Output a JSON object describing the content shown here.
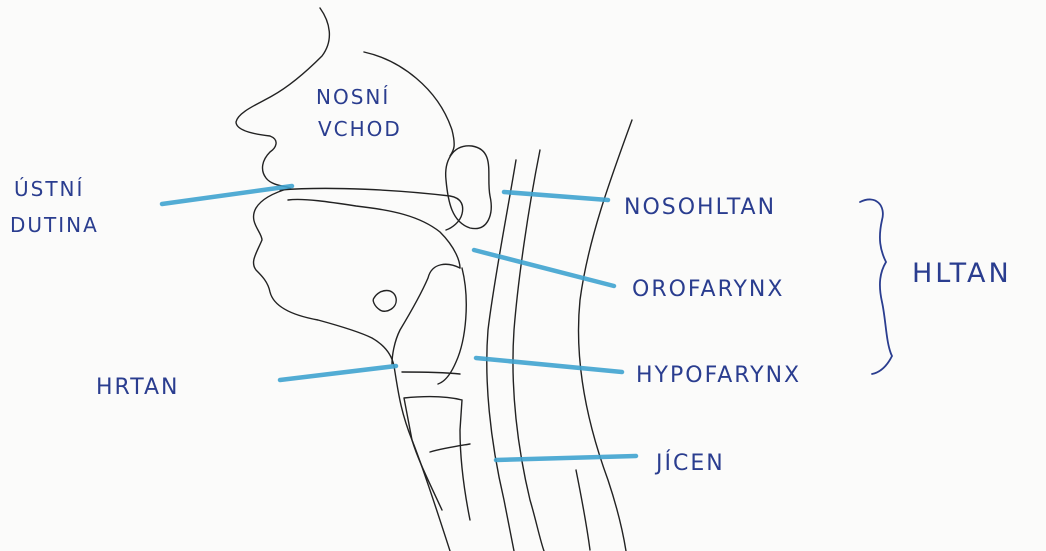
{
  "colors": {
    "label_ink": "#2a3d8f",
    "leader_line": "#3fa3cf",
    "outline_ink": "#222222",
    "paper": "#fbfbfa"
  },
  "labels": {
    "nosni_vchod_line1": "NOSNÍ",
    "nosni_vchod_line2": "VCHOD",
    "ustni_dutina_line1": "ÚSTNÍ",
    "ustni_dutina_line2": "DUTINA",
    "nosohltan": "NOSOHLTAN",
    "orofarynx": "OROFARYNX",
    "hypofarynx": "HYPOFARYNX",
    "hrtan": "HRTAN",
    "jicen": "JÍCEN",
    "hltan": "HLTAN"
  }
}
